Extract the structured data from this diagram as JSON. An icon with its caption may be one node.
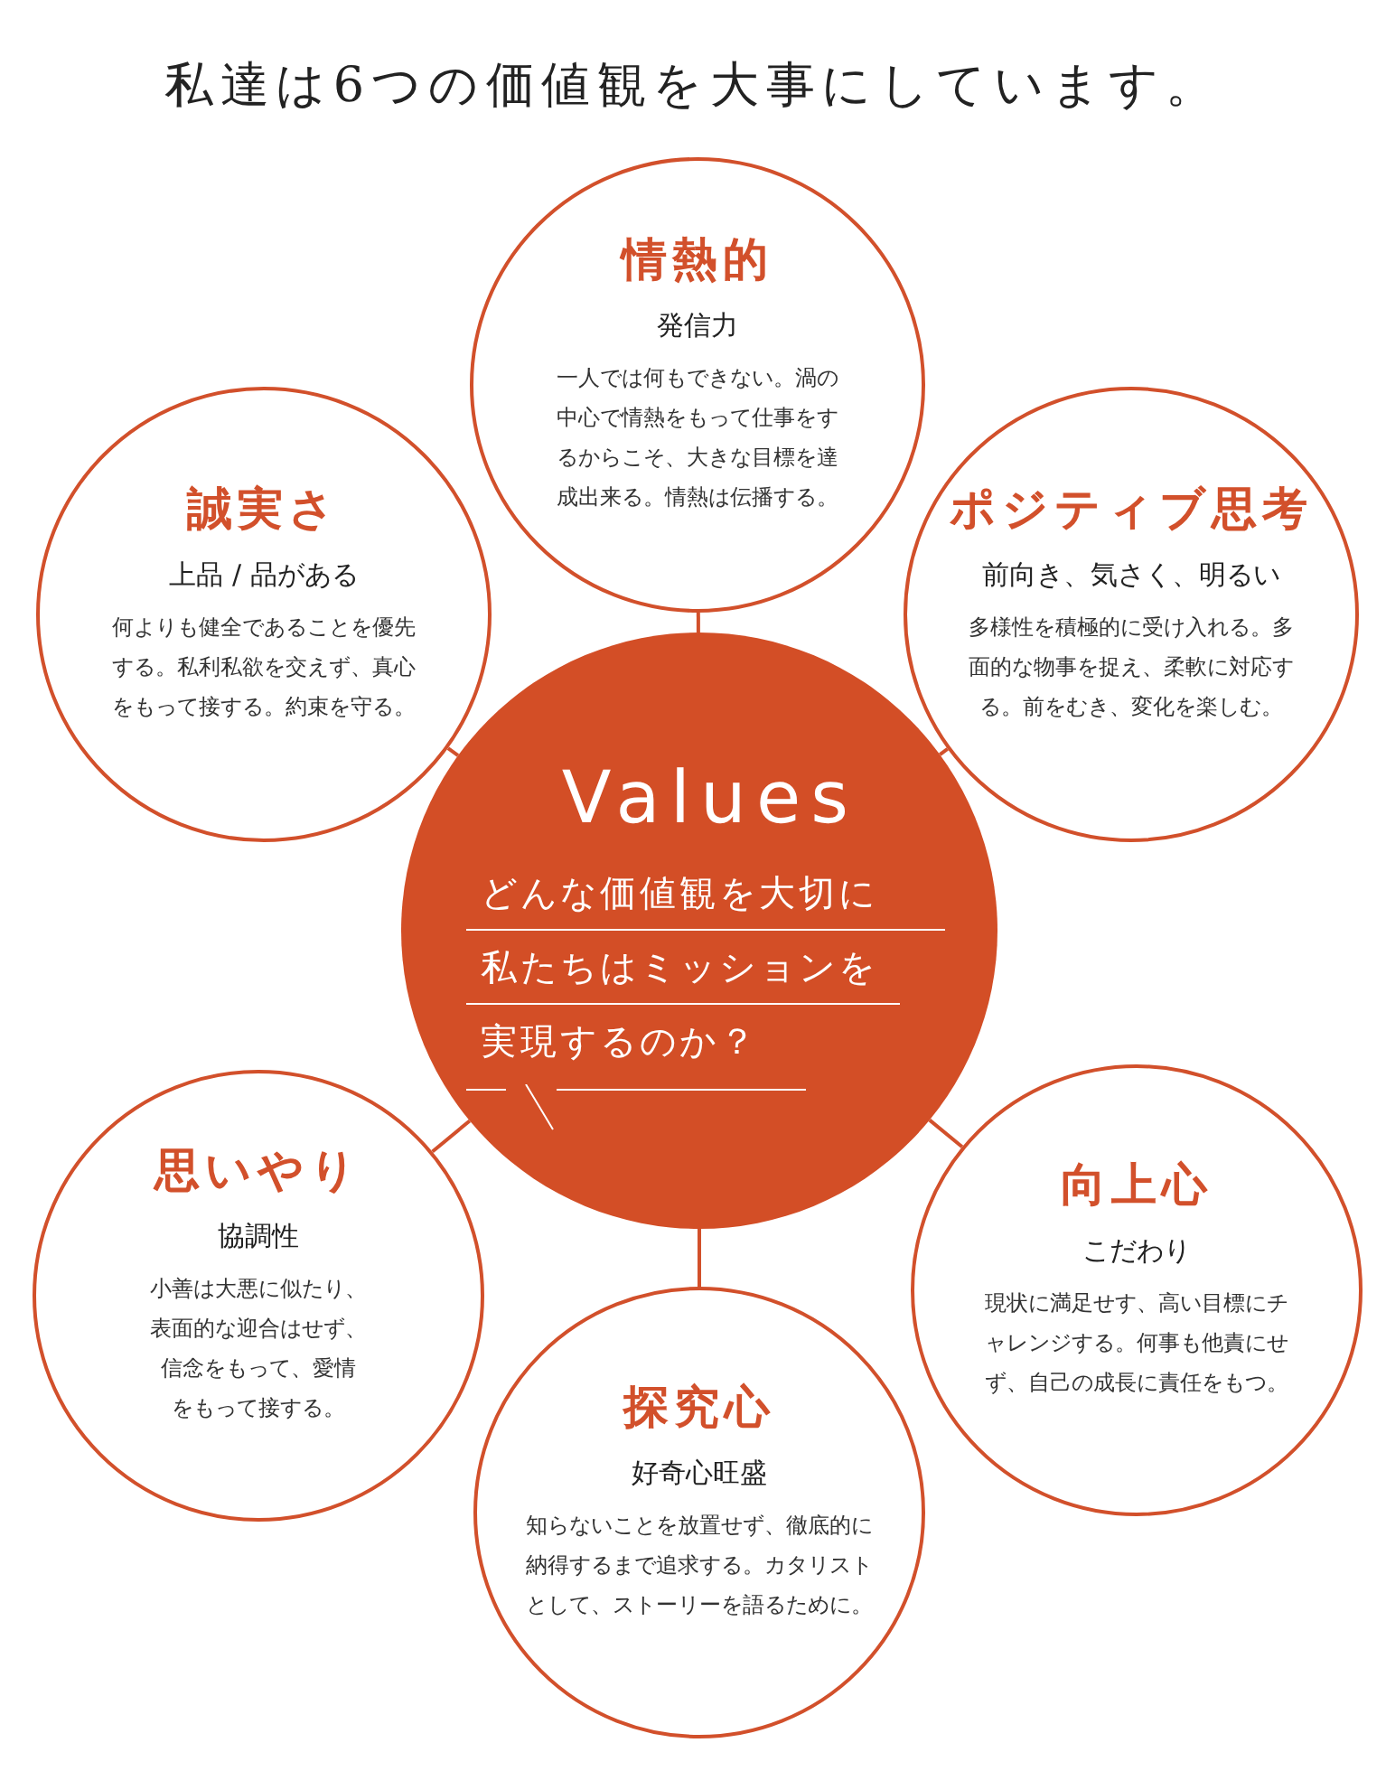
{
  "diagram": {
    "title": "私達は6つの価値観を大事にしています。",
    "nodes": [
      {
        "text": [
          "情熱的",
          "発信力",
          "一人では何もできない。渦の中心で情熱をもって仕事をするからこそ、大きな目標を達成出来る。情熱は伝播する。"
        ]
      },
      {
        "text": [
          "誠実さ",
          "上品 / 品がある",
          "何よりも健全であることを優先する。私利私欲を交えず、真心をもって接する。約束を守る。"
        ]
      },
      {
        "text": [
          "ポジティブ思考",
          "前向き、気さく、明るい",
          "多様性を積極的に受け入れる。多面的な物事を捉え、柔軟に対応する。前をむき、変化を楽しむ。"
        ]
      },
      {
        "text": [
          "Values",
          "どんな価値観を大切に",
          "私たちはミッションを",
          "実現するのか？"
        ]
      },
      {
        "text": [
          "思いやり",
          "協調性",
          "小善は大悪に似たり、表面的な迎合はせず、信念をもって、愛情をもって接する。"
        ]
      },
      {
        "text": [
          "向上心",
          "こだわり",
          "現状に満足せす、高い目標にチャレンジする。何事も他責にせず、自己の成長に責任をもつ。"
        ]
      },
      {
        "text": [
          "探究心",
          "好奇心旺盛",
          "知らないことを放置せず、徹底的に納得するまで追求する。カタリストとして、ストーリーを語るために。"
        ]
      }
    ],
    "edges": [
      {
        "from": 3,
        "to": 0,
        "arrow": "none"
      },
      {
        "from": 3,
        "to": 1,
        "arrow": "none"
      },
      {
        "from": 3,
        "to": 2,
        "arrow": "none"
      },
      {
        "from": 3,
        "to": 4,
        "arrow": "none"
      },
      {
        "from": 3,
        "to": 5,
        "arrow": "none"
      },
      {
        "from": 3,
        "to": 6,
        "arrow": "none"
      }
    ]
  }
}
